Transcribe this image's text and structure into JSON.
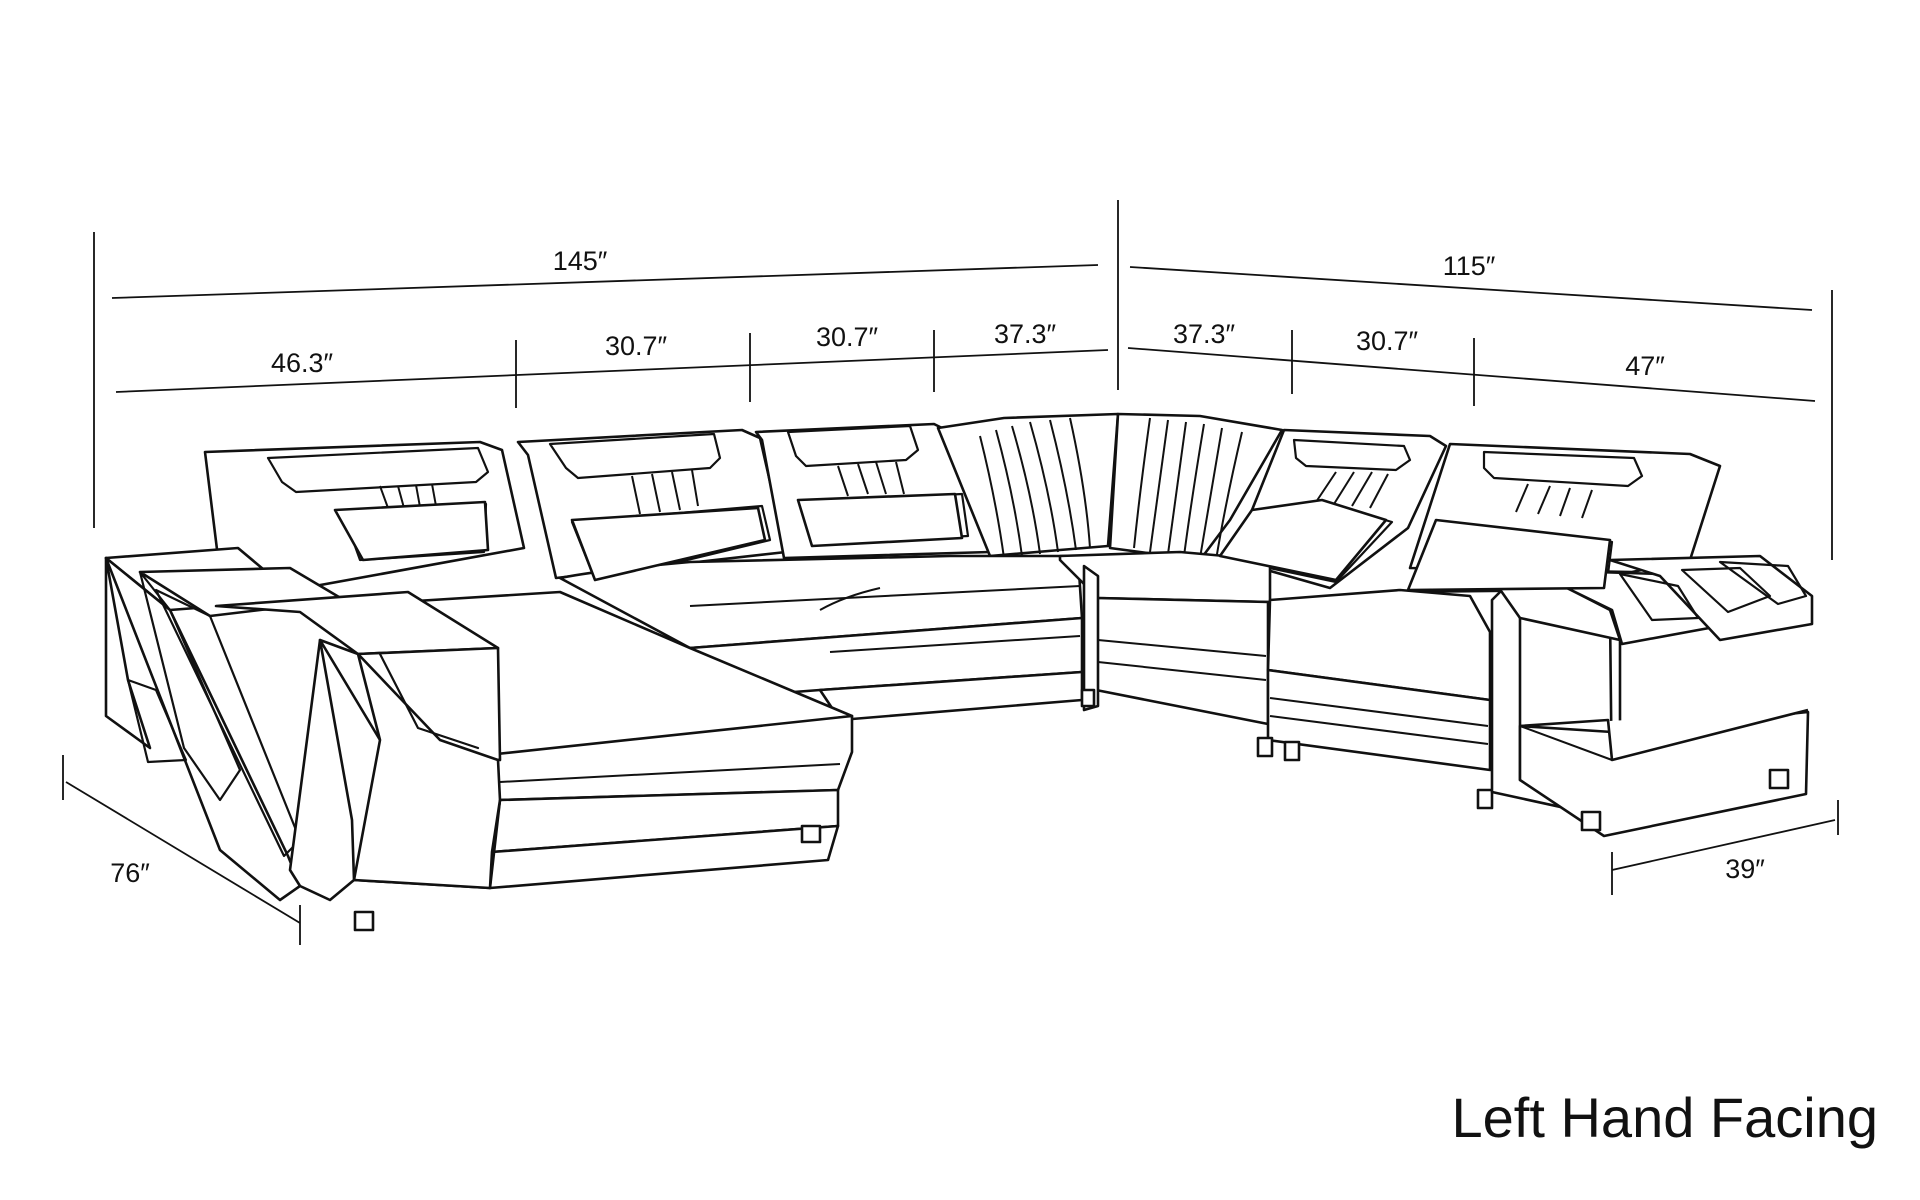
{
  "colors": {
    "line": "#111111",
    "background": "#ffffff"
  },
  "dimensions": {
    "overall_left": "145″",
    "overall_right": "115″",
    "left_chaise": "46.3″",
    "left_seat_1": "30.7″",
    "left_seat_2": "30.7″",
    "left_corner": "37.3″",
    "right_corner": "37.3″",
    "right_seat": "30.7″",
    "right_end": "47″",
    "chaise_depth": "76″",
    "end_depth": "39″"
  },
  "caption": "Left Hand Facing"
}
